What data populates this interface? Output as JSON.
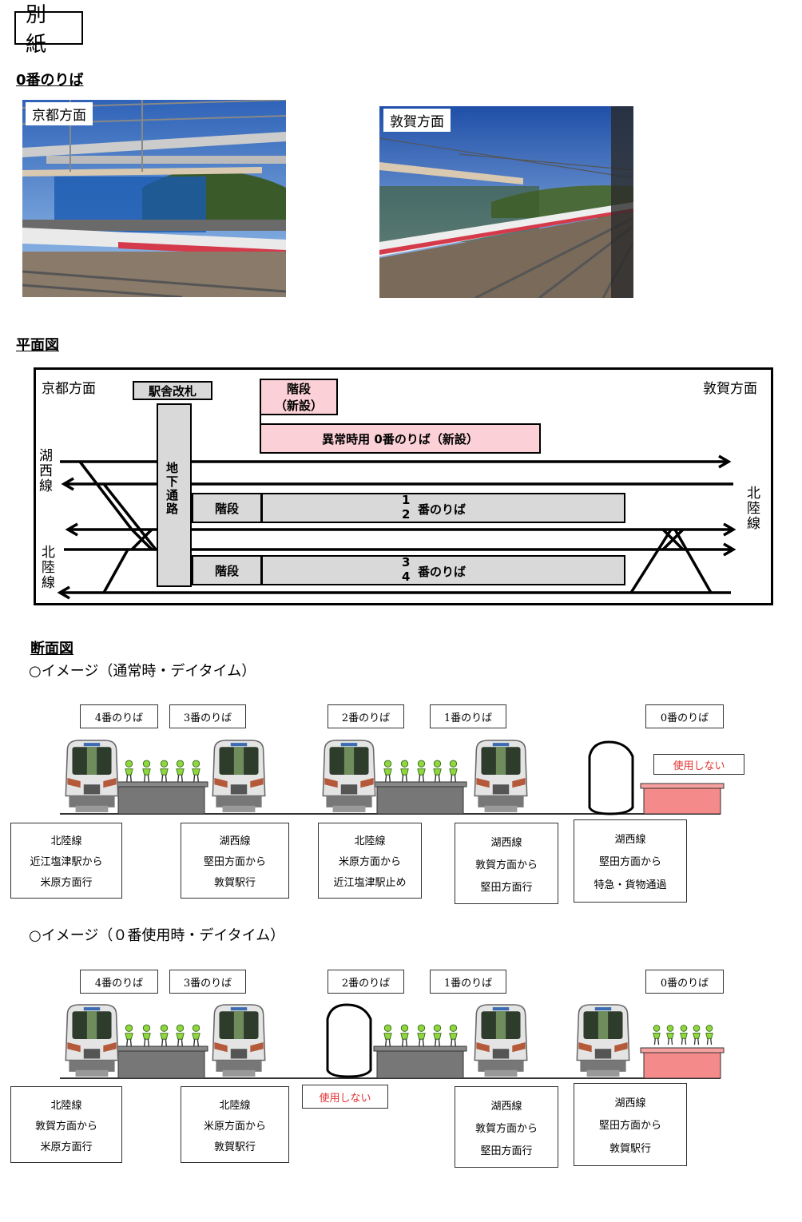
{
  "header": {
    "bekki": "別 紙",
    "section_platform0": "0番のりば",
    "section_plan": "平面図",
    "section_cross": "断面図"
  },
  "photos": {
    "left_label": "京都方面",
    "right_label": "敦賀方面"
  },
  "plan": {
    "kyoto": "京都方面",
    "tsuruga": "敦賀方面",
    "gate": "駅舎改札",
    "stairs_new_1": "階段",
    "stairs_new_2": "（新設）",
    "platform0": "異常時用 0番のりば（新設）",
    "underpass": "地下通路",
    "stairs_a": "階段",
    "stairs_b": "階段",
    "p12_top": "1",
    "p12_bottom": "2",
    "p12_label": "番のりば",
    "p34_top": "3",
    "p34_bottom": "4",
    "p34_label": "番のりば",
    "kosei": "湖西線",
    "hokuriku_left": "北陸線",
    "hokuriku_right": "北陸線"
  },
  "cross1": {
    "title": "○イメージ（通常時・デイタイム）",
    "platforms": [
      "4番のりば",
      "3番のりば",
      "2番のりば",
      "1番のりば",
      "0番のりば"
    ],
    "unused": "使用しない",
    "boxes": [
      [
        "北陸線",
        "近江塩津駅から",
        "米原方面行"
      ],
      [
        "湖西線",
        "堅田方面から",
        "敦賀駅行"
      ],
      [
        "北陸線",
        "米原方面から",
        "近江塩津駅止め"
      ],
      [
        "湖西線",
        "敦賀方面から",
        "堅田方面行"
      ],
      [
        "湖西線",
        "堅田方面から",
        "特急・貨物通過"
      ]
    ]
  },
  "cross2": {
    "title": "○イメージ（０番使用時・デイタイム）",
    "platforms": [
      "4番のりば",
      "3番のりば",
      "2番のりば",
      "1番のりば",
      "0番のりば"
    ],
    "unused": "使用しない",
    "boxes": [
      [
        "北陸線",
        "敦賀方面から",
        "米原方面行"
      ],
      [
        "北陸線",
        "米原方面から",
        "敦賀駅行"
      ],
      [
        "湖西線",
        "敦賀方面から",
        "堅田方面行"
      ],
      [
        "湖西線",
        "堅田方面から",
        "敦賀駅行"
      ]
    ]
  }
}
